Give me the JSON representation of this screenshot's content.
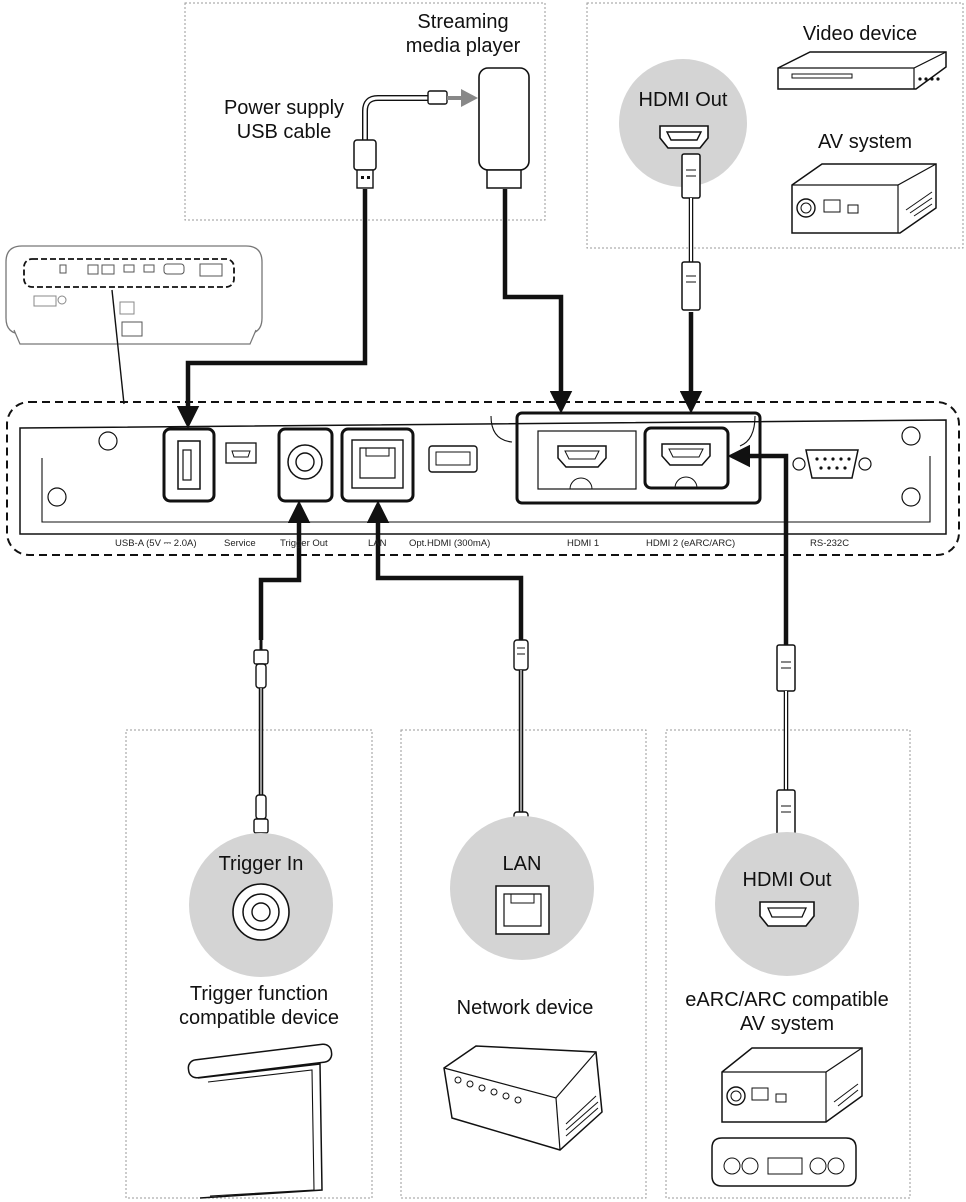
{
  "streaming": {
    "device_label": "Streaming\nmedia player",
    "cable_label": "Power supply\nUSB cable"
  },
  "top_right": {
    "port_label": "HDMI Out",
    "video_label": "Video device",
    "av_label": "AV system"
  },
  "panel_labels": {
    "usb": "USB-A (5V ⎓ 2.0A)",
    "service": "Service",
    "trigger": "Trigger Out",
    "lan": "LAN",
    "opt_hdmi": "Opt.HDMI (300mA)",
    "hdmi1": "HDMI 1",
    "hdmi2": "HDMI 2 (eARC/ARC)",
    "rs232": "RS-232C"
  },
  "bottom_left": {
    "port_label": "Trigger In",
    "device_label": "Trigger function\ncompatible device"
  },
  "bottom_mid": {
    "port_label": "LAN",
    "device_label": "Network device"
  },
  "bottom_right": {
    "port_label": "HDMI Out",
    "device_label": "eARC/ARC compatible\nAV system"
  },
  "colors": {
    "line": "#111111",
    "circle": "#d4d4d4",
    "dashed_box": "#9a9a9a",
    "arrow_gray": "#888888"
  }
}
